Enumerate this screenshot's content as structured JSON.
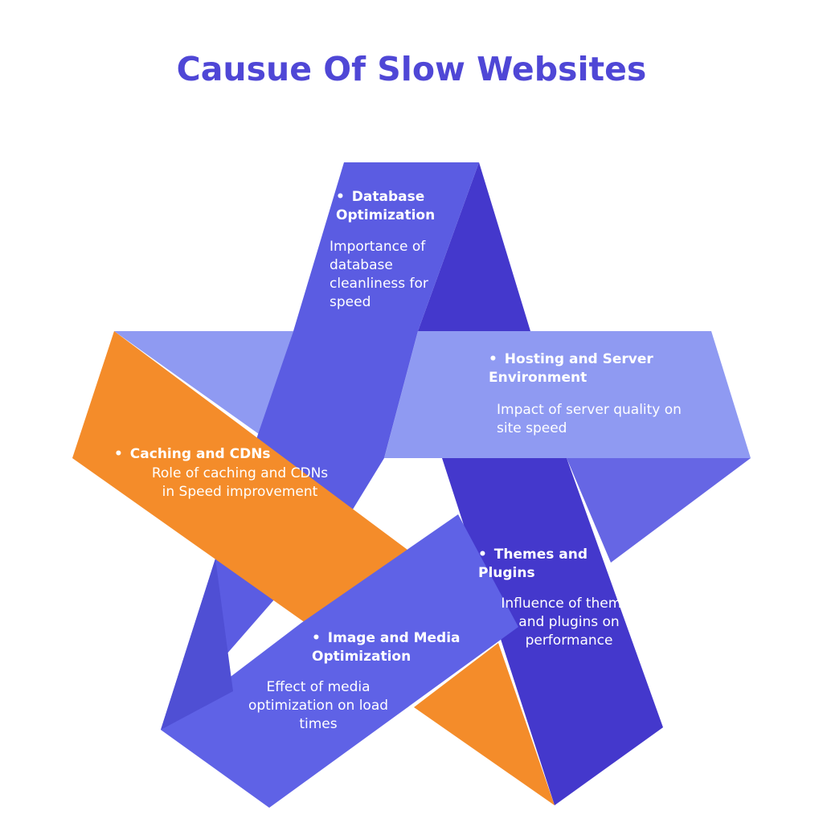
{
  "title": "Causue Of Slow Websites",
  "colors": {
    "title": "#4f47d6",
    "band_blue": "#5b5ce2",
    "band_dark": "#4438cc",
    "band_light": "#8f9af2",
    "band_orange": "#f48c2a",
    "text": "#ffffff"
  },
  "items": [
    {
      "heading": "Database Optimization",
      "description": "Importance of database cleanliness for speed"
    },
    {
      "heading": "Hosting and Server Environment",
      "description": "Impact of server quality on site speed"
    },
    {
      "heading": "Caching and CDNs",
      "description": "Role of caching and CDNs in Speed improvement"
    },
    {
      "heading": "Themes and Plugins",
      "description": "Influence of themes and plugins on performance"
    },
    {
      "heading": "Image and Media Optimization",
      "description": "Effect of media optimization on load times"
    }
  ]
}
